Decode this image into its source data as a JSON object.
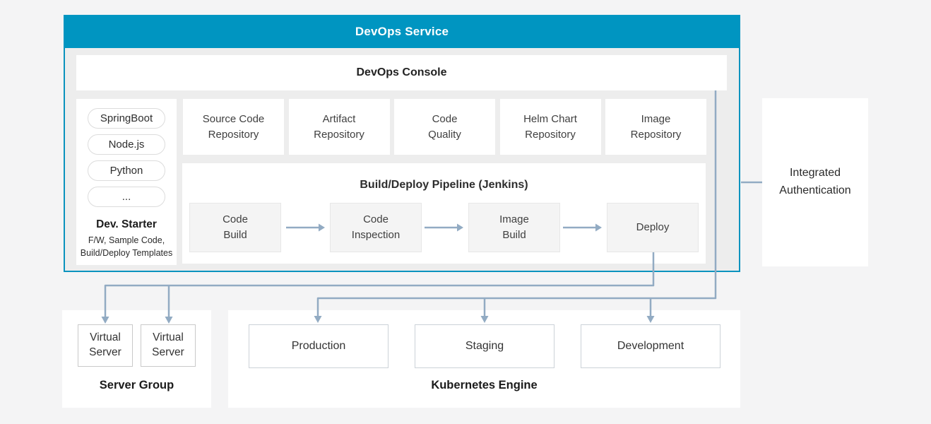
{
  "devops_service": {
    "title": "DevOps Service",
    "console_label": "DevOps Console",
    "dev_starter": {
      "pills": [
        "SpringBoot",
        "Node.js",
        "Python",
        "..."
      ],
      "title": "Dev. Starter",
      "subtitle": "F/W, Sample Code,\nBuild/Deploy Templates"
    },
    "repositories": [
      "Source Code\nRepository",
      "Artifact\nRepository",
      "Code\nQuality",
      "Helm Chart\nRepository",
      "Image\nRepository"
    ],
    "pipeline": {
      "title": "Build/Deploy Pipeline (Jenkins)",
      "steps": [
        "Code\nBuild",
        "Code\nInspection",
        "Image\nBuild",
        "Deploy"
      ]
    }
  },
  "integrated_auth": {
    "label": "Integrated\nAuthentication"
  },
  "server_group": {
    "title": "Server Group",
    "servers": [
      "Virtual\nServer",
      "Virtual\nServer"
    ]
  },
  "kubernetes_engine": {
    "title": "Kubernetes Engine",
    "environments": [
      "Production",
      "Staging",
      "Development"
    ]
  },
  "colors": {
    "accent_teal": "#0095c1",
    "connector_blue_gray": "#92abc3",
    "panel_gray": "#ededed",
    "page_background": "#f4f4f5"
  }
}
